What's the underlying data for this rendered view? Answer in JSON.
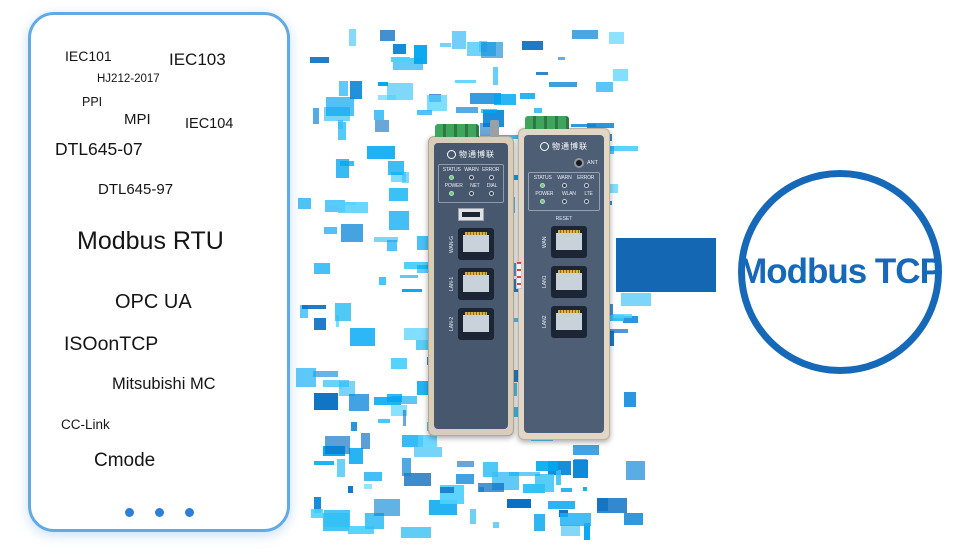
{
  "card": {
    "protocols": [
      "IEC101",
      "IEC103",
      "HJ212-2017",
      "PPI",
      "MPI",
      "IEC104",
      "DTL645-07",
      "DTL645-97",
      "Modbus RTU",
      "OPC UA",
      "ISOonTCP",
      "Mitsubishi MC",
      "CC-Link",
      "Cmode"
    ]
  },
  "device1": {
    "brand": "物通博联",
    "led_row1": [
      "STATUS",
      "WARN",
      "ERROR"
    ],
    "led_row2": [
      "POWER",
      "NET",
      "DIAL"
    ],
    "ports": [
      "WAN-G",
      "LAN-1",
      "LAN-2"
    ]
  },
  "device2": {
    "brand": "物通博联",
    "ant_label": "ANT",
    "led_row1": [
      "STATUS",
      "WARN",
      "ERROR"
    ],
    "led_row2": [
      "POWER",
      "WLAN",
      "LTE"
    ],
    "reset_label": "RESET",
    "ports": [
      "WAN",
      "LAN1",
      "LAN2"
    ]
  },
  "result": {
    "label": "Modbus TCP"
  },
  "colors": {
    "accent": "#1569b8",
    "card_border": "#62aae6",
    "arrow": "#1467b3",
    "dot": "#2e7fd9"
  }
}
